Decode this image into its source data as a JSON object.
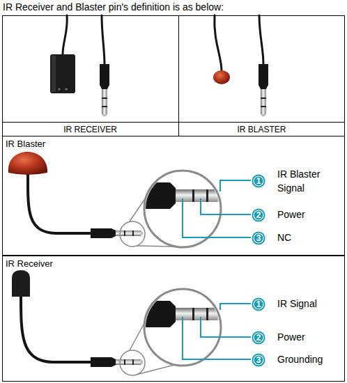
{
  "diagram": {
    "title": "IR Receiver and Blaster pin's definition is as below:",
    "nodes": [
      {
        "text": [
          "IR Blaster"
        ]
      },
      {
        "text": [
          "1"
        ],
        "in": 0
      },
      {
        "text": [
          "2"
        ],
        "in": 0
      },
      {
        "text": [
          "3"
        ],
        "in": 0
      },
      {
        "text": [
          "IR Receiver"
        ]
      },
      {
        "text": [
          "1"
        ],
        "in": 4
      },
      {
        "text": [
          "2"
        ],
        "in": 4
      },
      {
        "text": [
          "3"
        ],
        "in": 4
      }
    ],
    "labels": [
      "IR RECEIVER",
      "IR BLASTER",
      "IR Blaster Signal",
      "Power",
      "NC",
      "IR Signal",
      "Power",
      "Grounding"
    ]
  }
}
